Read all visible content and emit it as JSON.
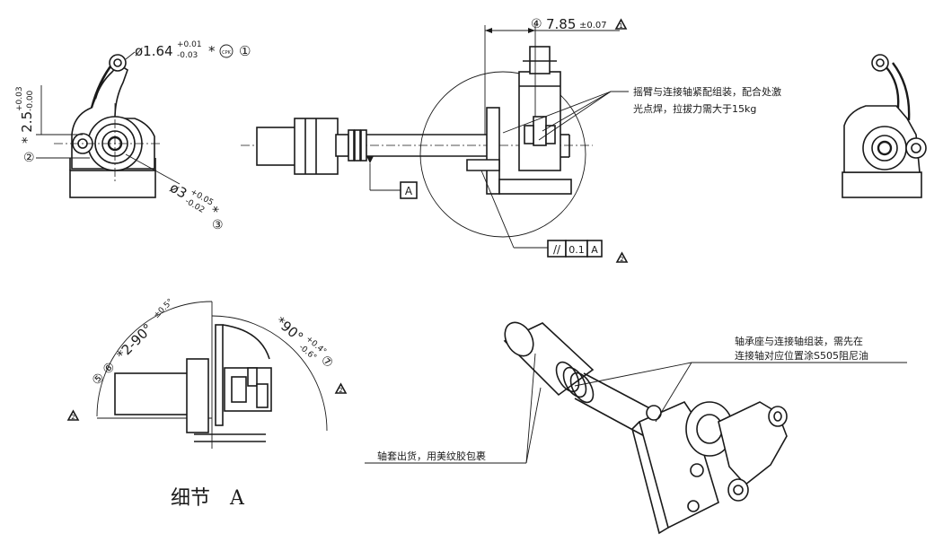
{
  "dimensions": {
    "pivot_hole": "ø1.64",
    "pivot_hole_tol_upper": "+0.01",
    "pivot_hole_tol_lower": "-0.03",
    "pivot_hole_star": "*",
    "pivot_hole_mark": "CPK",
    "pivot_hole_num": "①",
    "offset": "* 2.5",
    "offset_tol_upper": "+0.03",
    "offset_tol_lower": "-0.00",
    "offset_num": "②",
    "shaft_dia": "ø3",
    "shaft_dia_tol_upper": "+0.05",
    "shaft_dia_tol_lower": "-0.02",
    "shaft_dia_star": "*",
    "shaft_dia_num": "③",
    "length_num": "④",
    "length": "7.85",
    "length_tol": "±0.07",
    "angle1_nums": "⑤ ⑥",
    "angle1": "*2-90°",
    "angle1_tol": "±0.5°",
    "angle2": "*90°",
    "angle2_tol_upper": "+0.4°",
    "angle2_tol_lower": "-0.6°",
    "angle2_num": "⑦"
  },
  "flags": {
    "flag1": "1",
    "flag2": "2"
  },
  "datum": {
    "label": "A",
    "gdt_symbol": "//",
    "gdt_value": "0.1",
    "gdt_datum": "A"
  },
  "notes": {
    "note1_line1": "摇臂与连接轴紧配组装，配合处激",
    "note1_line2": "光点焊，拉拔力需大于15kg",
    "note2_line1": "轴承座与连接轴组装，需先在",
    "note2_line2": "连接轴对应位置涂S505阻尼油",
    "note3": "轴套出货，用美纹胶包裹"
  },
  "detail_label": "细节　A"
}
